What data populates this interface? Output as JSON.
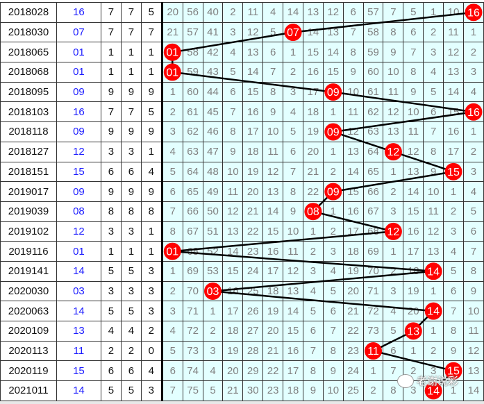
{
  "colors": {
    "ball": "#ff0000",
    "line": "#000000",
    "grid_bg": "#e3ffff",
    "number_text": "#1a1aff",
    "grid_text": "#808080"
  },
  "watermark": {
    "text": "老谢说彩",
    "icon": "wechat-icon"
  },
  "rows": [
    {
      "period": "2018028",
      "num": "16",
      "a": "7",
      "b": "7",
      "c": "5",
      "cells": [
        "20",
        "56",
        "40",
        "2",
        "11",
        "4",
        "14",
        "13",
        "12",
        "6",
        "57",
        "7",
        "5",
        "1",
        "10",
        ""
      ]
    },
    {
      "period": "2018030",
      "num": "07",
      "a": "7",
      "b": "7",
      "c": "7",
      "cells": [
        "21",
        "57",
        "41",
        "3",
        "12",
        "5",
        "",
        "14",
        "13",
        "7",
        "58",
        "8",
        "6",
        "2",
        "11",
        "1"
      ]
    },
    {
      "period": "2018065",
      "num": "01",
      "a": "1",
      "b": "1",
      "c": "1",
      "cells": [
        "",
        "58",
        "42",
        "4",
        "13",
        "6",
        "1",
        "15",
        "14",
        "8",
        "59",
        "9",
        "7",
        "3",
        "12",
        "2"
      ]
    },
    {
      "period": "2018068",
      "num": "01",
      "a": "1",
      "b": "1",
      "c": "1",
      "cells": [
        "",
        "59",
        "43",
        "5",
        "14",
        "7",
        "2",
        "16",
        "15",
        "9",
        "60",
        "10",
        "8",
        "4",
        "13",
        "3"
      ]
    },
    {
      "period": "2018095",
      "num": "09",
      "a": "9",
      "b": "9",
      "c": "9",
      "cells": [
        "1",
        "60",
        "44",
        "6",
        "15",
        "8",
        "3",
        "17",
        "",
        "10",
        "61",
        "11",
        "9",
        "5",
        "14",
        "4"
      ]
    },
    {
      "period": "2018103",
      "num": "16",
      "a": "7",
      "b": "7",
      "c": "5",
      "cells": [
        "2",
        "61",
        "45",
        "7",
        "16",
        "9",
        "4",
        "18",
        "1",
        "11",
        "62",
        "12",
        "10",
        "6",
        "15",
        ""
      ]
    },
    {
      "period": "2018118",
      "num": "09",
      "a": "9",
      "b": "9",
      "c": "9",
      "cells": [
        "3",
        "62",
        "46",
        "8",
        "17",
        "10",
        "5",
        "19",
        "",
        "12",
        "63",
        "13",
        "11",
        "7",
        "16",
        "1"
      ]
    },
    {
      "period": "2018127",
      "num": "12",
      "a": "3",
      "b": "3",
      "c": "1",
      "cells": [
        "4",
        "63",
        "47",
        "9",
        "18",
        "11",
        "6",
        "20",
        "1",
        "13",
        "64",
        "",
        "12",
        "8",
        "17",
        "2"
      ]
    },
    {
      "period": "2018151",
      "num": "15",
      "a": "6",
      "b": "6",
      "c": "4",
      "cells": [
        "5",
        "64",
        "48",
        "10",
        "19",
        "12",
        "7",
        "21",
        "2",
        "14",
        "65",
        "1",
        "13",
        "9",
        "",
        "3"
      ]
    },
    {
      "period": "2019017",
      "num": "09",
      "a": "9",
      "b": "9",
      "c": "9",
      "cells": [
        "6",
        "65",
        "49",
        "11",
        "20",
        "13",
        "8",
        "22",
        "",
        "15",
        "66",
        "2",
        "14",
        "10",
        "1",
        "4"
      ]
    },
    {
      "period": "2019039",
      "num": "08",
      "a": "8",
      "b": "8",
      "c": "8",
      "cells": [
        "7",
        "66",
        "50",
        "12",
        "21",
        "14",
        "9",
        "",
        "1",
        "16",
        "67",
        "3",
        "15",
        "11",
        "2",
        "5"
      ]
    },
    {
      "period": "2019102",
      "num": "12",
      "a": "3",
      "b": "3",
      "c": "1",
      "cells": [
        "8",
        "67",
        "51",
        "13",
        "22",
        "15",
        "10",
        "1",
        "2",
        "17",
        "68",
        "",
        "16",
        "12",
        "3",
        "6"
      ]
    },
    {
      "period": "2019116",
      "num": "01",
      "a": "1",
      "b": "1",
      "c": "1",
      "cells": [
        "",
        "68",
        "52",
        "14",
        "23",
        "16",
        "11",
        "2",
        "3",
        "18",
        "69",
        "1",
        "17",
        "13",
        "4",
        "7"
      ]
    },
    {
      "period": "2019141",
      "num": "14",
      "a": "5",
      "b": "5",
      "c": "3",
      "cells": [
        "1",
        "69",
        "53",
        "15",
        "24",
        "17",
        "12",
        "3",
        "4",
        "19",
        "70",
        "2",
        "18",
        "",
        "5",
        "8"
      ]
    },
    {
      "period": "2020030",
      "num": "03",
      "a": "3",
      "b": "3",
      "c": "3",
      "cells": [
        "2",
        "70",
        "",
        "16",
        "25",
        "18",
        "13",
        "4",
        "5",
        "20",
        "71",
        "3",
        "19",
        "1",
        "6",
        "9"
      ]
    },
    {
      "period": "2020063",
      "num": "14",
      "a": "5",
      "b": "5",
      "c": "3",
      "cells": [
        "3",
        "71",
        "1",
        "17",
        "26",
        "19",
        "14",
        "5",
        "6",
        "21",
        "72",
        "4",
        "20",
        "",
        "7",
        "10"
      ]
    },
    {
      "period": "2020109",
      "num": "13",
      "a": "4",
      "b": "4",
      "c": "2",
      "cells": [
        "4",
        "72",
        "2",
        "18",
        "27",
        "20",
        "15",
        "6",
        "7",
        "22",
        "73",
        "5",
        "",
        "1",
        "8",
        "11"
      ]
    },
    {
      "period": "2020113",
      "num": "11",
      "a": "2",
      "b": "2",
      "c": "0",
      "cells": [
        "5",
        "73",
        "3",
        "19",
        "28",
        "21",
        "16",
        "7",
        "8",
        "23",
        "",
        "6",
        "1",
        "2",
        "9",
        "12"
      ]
    },
    {
      "period": "2020119",
      "num": "15",
      "a": "6",
      "b": "6",
      "c": "4",
      "cells": [
        "6",
        "74",
        "4",
        "20",
        "29",
        "22",
        "17",
        "8",
        "9",
        "24",
        "1",
        "7",
        "2",
        "3",
        "",
        "13"
      ]
    },
    {
      "period": "2021011",
      "num": "14",
      "a": "5",
      "b": "5",
      "c": "3",
      "cells": [
        "7",
        "75",
        "5",
        "21",
        "30",
        "23",
        "18",
        "9",
        "10",
        "25",
        "2",
        "8",
        "3",
        "",
        "1",
        "14"
      ]
    }
  ]
}
